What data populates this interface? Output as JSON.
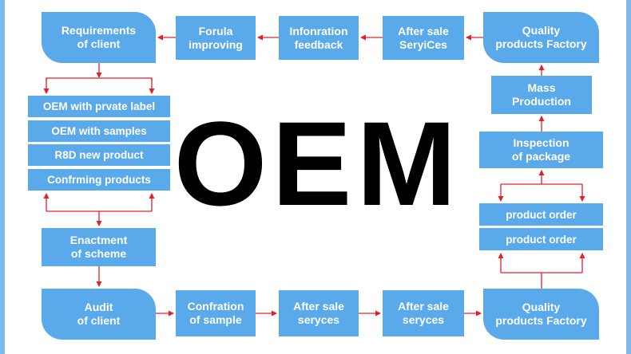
{
  "title": "OEM",
  "top_row": {
    "requirements": "Requirements\nof client",
    "forula": "Forula\nimproving",
    "infonration": "Infonration\nfeedback",
    "after_sale": "After sale\nSeryiCes",
    "quality_factory": "Quality\nproducts Factory"
  },
  "left_column": {
    "oem_private_label": "OEM with prvate label",
    "oem_samples": "OEM with samples",
    "r8d": "R8D new product",
    "confirming": "Confrming products",
    "enactment": "Enactment\nof scheme"
  },
  "bottom_row": {
    "audit": "Audit\nof client",
    "confration": "Confration\nof sample",
    "after_sale_1": "After sale\nseryces",
    "after_sale_2": "After sale\nseryces",
    "quality_factory": "Quality\nproducts Factory"
  },
  "right_column": {
    "mass_production": "Mass\nProduction",
    "inspection": "Inspection\nof package",
    "product_order_1": "product order",
    "product_order_2": "product order"
  },
  "colors": {
    "box_fill": "#5aa9ea",
    "box_text": "#ffffff",
    "arrow": "#e0202a",
    "frame": "#7fb9ec",
    "title": "#000000"
  }
}
